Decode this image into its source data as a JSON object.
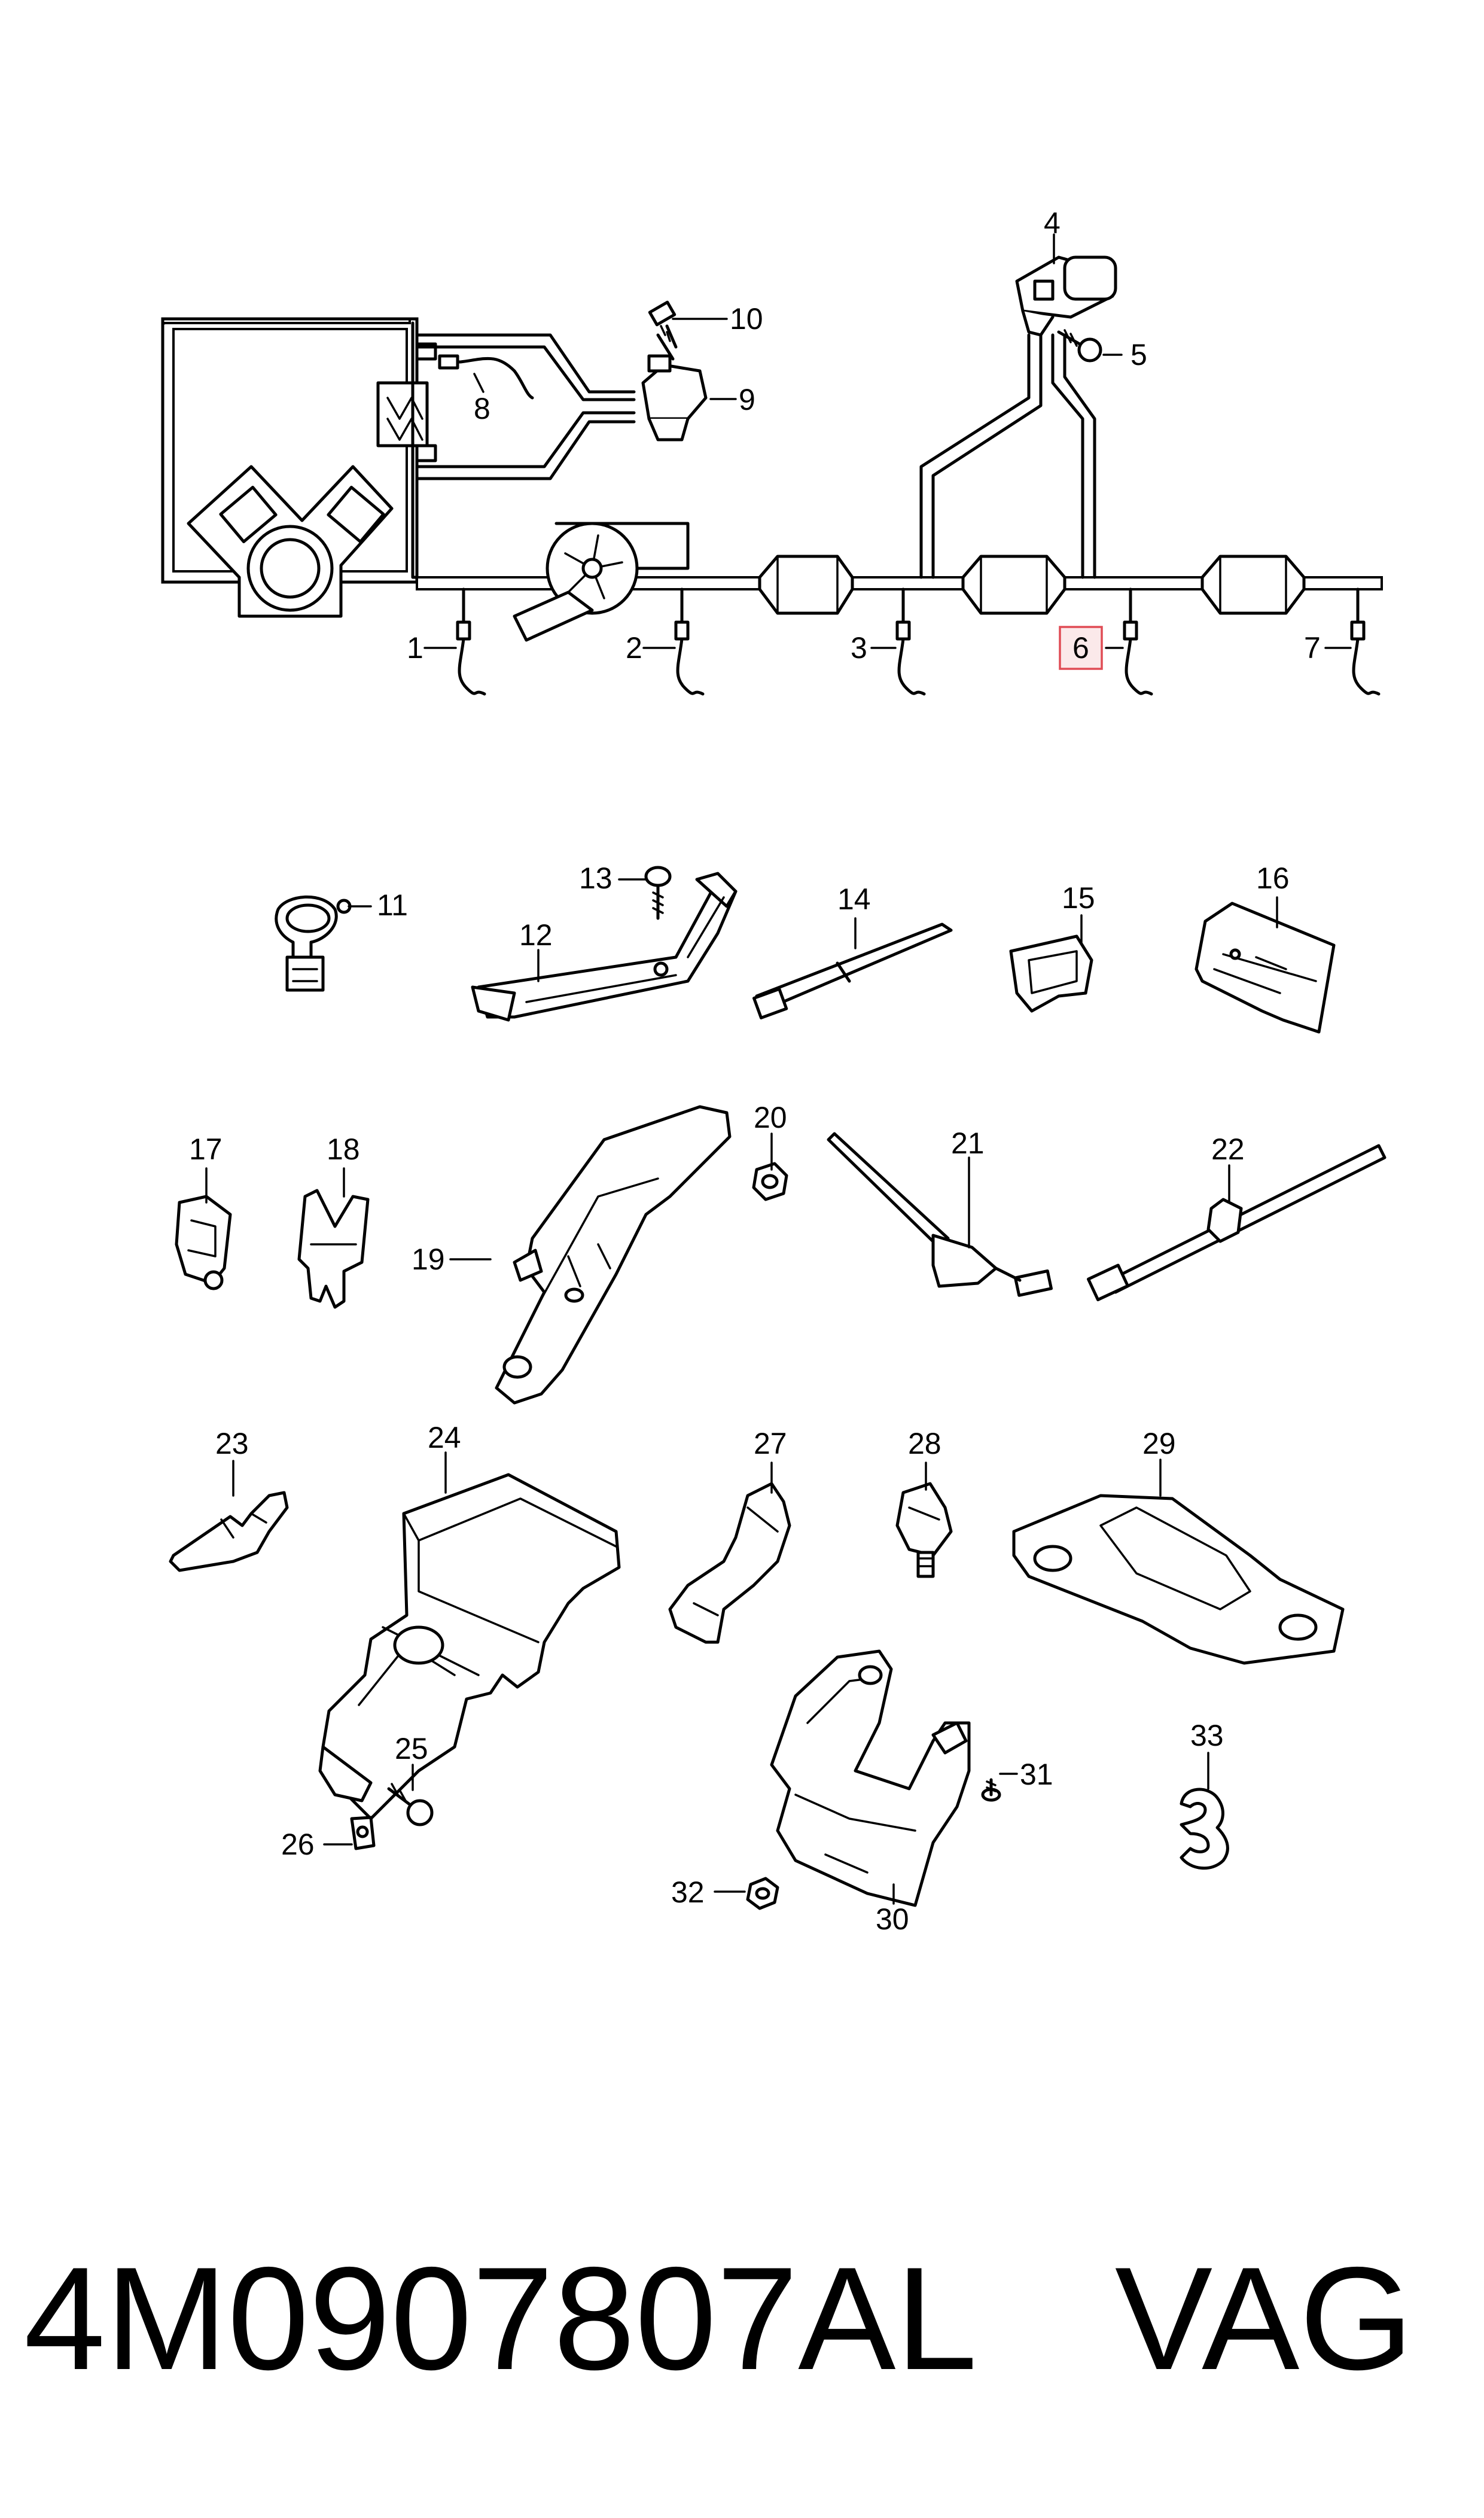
{
  "callouts": {
    "c1": "1",
    "c2": "2",
    "c3": "3",
    "c4": "4",
    "c5": "5",
    "c6": "6",
    "c7": "7",
    "c8": "8",
    "c9": "9",
    "c10": "10",
    "c11": "11",
    "c12": "12",
    "c13": "13",
    "c14": "14",
    "c15": "15",
    "c16": "16",
    "c17": "17",
    "c18": "18",
    "c19": "19",
    "c20": "20",
    "c21": "21",
    "c22": "22",
    "c23": "23",
    "c24": "24",
    "c25": "25",
    "c26": "26",
    "c27": "27",
    "c28": "28",
    "c29": "29",
    "c30": "30",
    "c31": "31",
    "c32": "32",
    "c33": "33"
  },
  "highlighted_callout": "6",
  "colors": {
    "highlight_fill": "#fbe9ea",
    "highlight_border": "#e04c55",
    "ink": "#000000"
  },
  "footer": {
    "part_number": "4M0907807AL",
    "brand": "VAG"
  }
}
